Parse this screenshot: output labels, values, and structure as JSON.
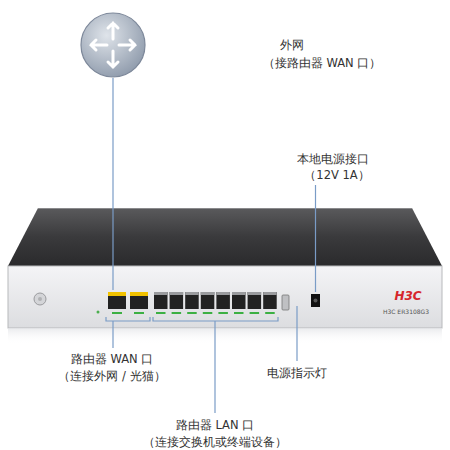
{
  "diagram": {
    "nodes": [
      {
        "text": [
          "外网",
          "（接路由器 WAN 口）"
        ]
      }
    ],
    "labels": [
      "本地电源接口",
      "（12V 1A）",
      "路由器 WAN 口",
      "（连接外网 / 光猫）",
      "电源指示灯",
      "路由器 LAN 口",
      "（连接交换机或终端设备）",
      "H3C",
      "H3C ER3108G3"
    ]
  }
}
